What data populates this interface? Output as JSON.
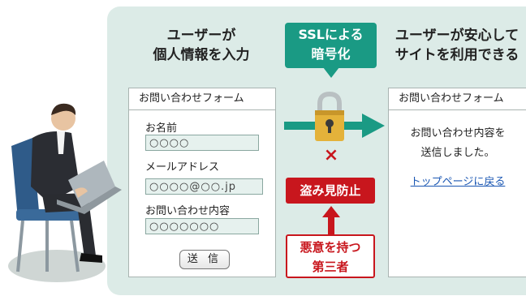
{
  "caption_user": [
    "ユーザーが",
    "個人情報を入力"
  ],
  "caption_result": [
    "ユーザーが安心して",
    "サイトを利用できる"
  ],
  "ssl_label": [
    "SSLによる",
    "暗号化"
  ],
  "form": {
    "title": "お問い合わせフォーム",
    "name_label": "お名前",
    "name_value": "○○○○",
    "email_label": "メールアドレス",
    "email_value": "○○○○@○○.jp",
    "message_label": "お問い合わせ内容",
    "message_value": "○○○○○○○",
    "submit_label": "送 信"
  },
  "result": {
    "title": "お問い合わせフォーム",
    "message": [
      "お問い合わせ内容を",
      "送信しました。"
    ],
    "link": "トップページに戻る"
  },
  "blocked_mark": "×",
  "prevent_label": "盗み見防止",
  "third_party": [
    "悪意を持つ",
    "第三者"
  ],
  "colors": {
    "panel": "#dcebe7",
    "ssl": "#1a9a84",
    "danger": "#c8161d",
    "link": "#1b57b3"
  }
}
